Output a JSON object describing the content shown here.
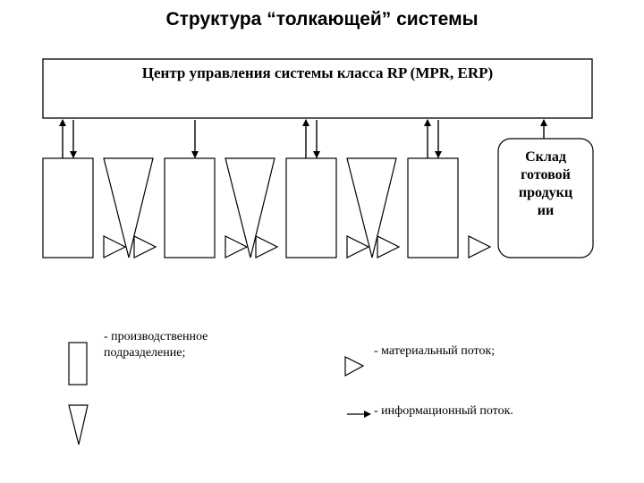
{
  "title": "Структура “толкающей” системы",
  "center": {
    "label": "Центр управления системы класса RP (MPR, ERP)"
  },
  "warehouse": {
    "label_lines": [
      "Склад",
      "готовой",
      "продукц",
      "ии"
    ]
  },
  "legend": {
    "production_unit": "- производственное подразделение;",
    "material_flow": "- материальный поток;",
    "information_flow": "- информационный поток."
  },
  "colors": {
    "line": "#000000",
    "background": "#ffffff"
  }
}
